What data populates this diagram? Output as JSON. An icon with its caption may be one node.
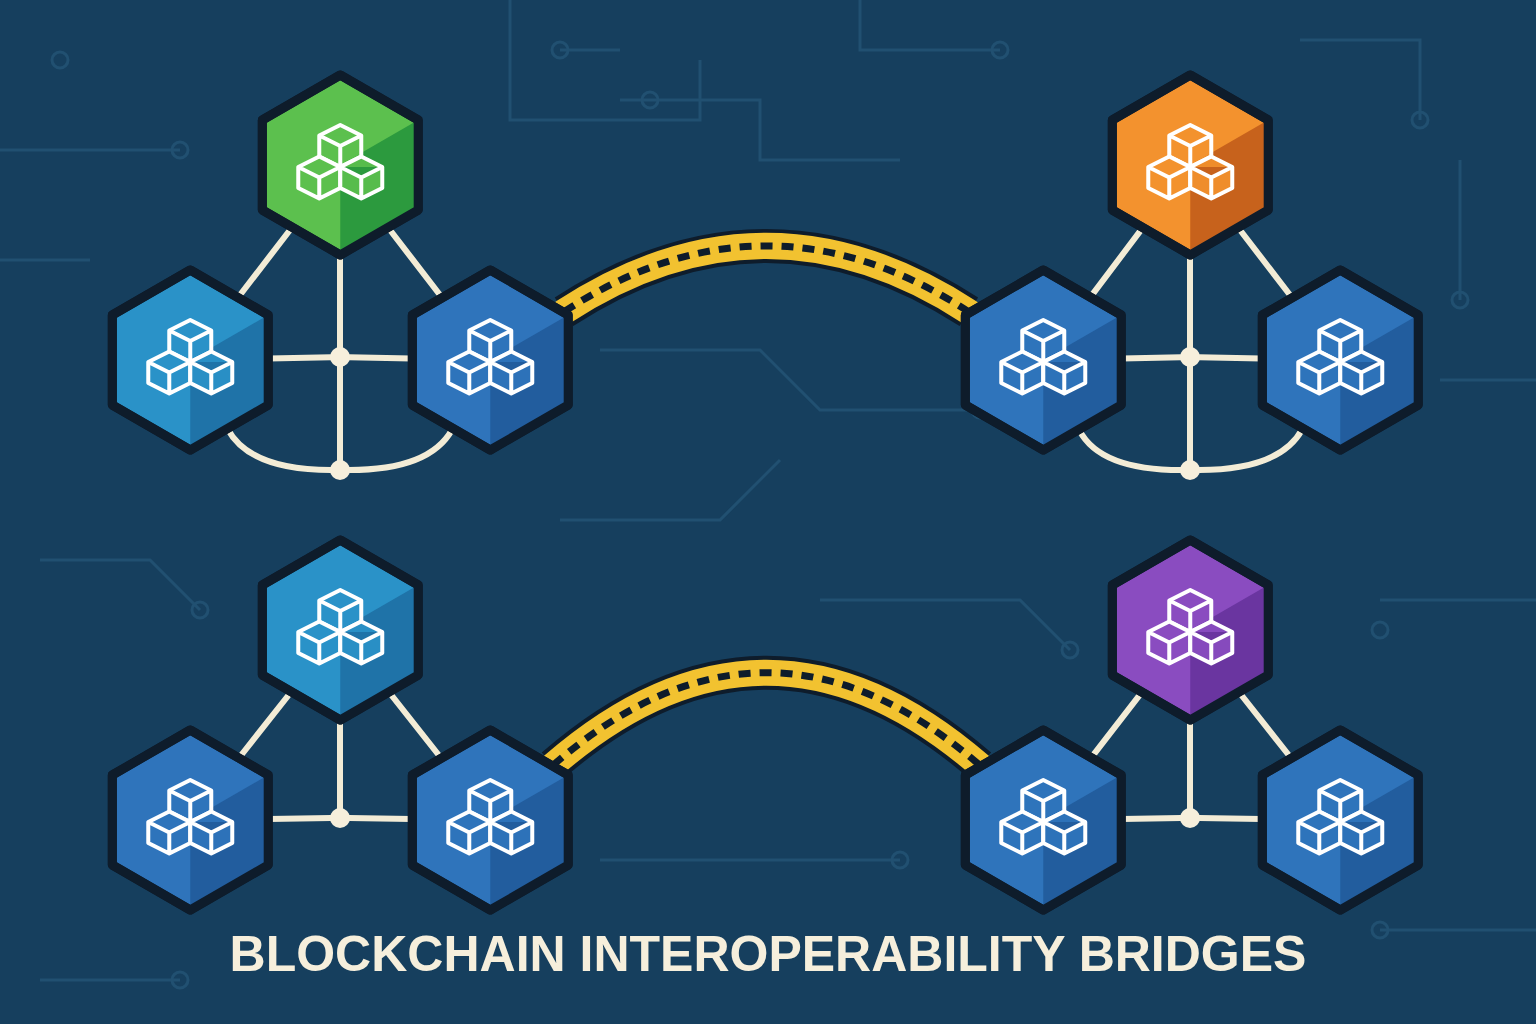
{
  "diagram": {
    "title": "BLOCKCHAIN INTEROPERABILITY BRIDGES",
    "nodes": [
      {
        "text": [],
        "shape": "hexagon"
      },
      {
        "text": [],
        "shape": "hexagon"
      },
      {
        "text": [],
        "shape": "hexagon"
      },
      {
        "text": [],
        "shape": "circle"
      },
      {
        "text": [],
        "shape": "circle"
      },
      {
        "text": [],
        "shape": "hexagon"
      },
      {
        "text": [],
        "shape": "hexagon"
      },
      {
        "text": [],
        "shape": "hexagon"
      },
      {
        "text": [],
        "shape": "circle"
      },
      {
        "text": [],
        "shape": "circle"
      },
      {
        "text": [],
        "shape": "hexagon"
      },
      {
        "text": [],
        "shape": "hexagon"
      },
      {
        "text": [],
        "shape": "hexagon"
      },
      {
        "text": [],
        "shape": "circle"
      },
      {
        "text": [],
        "shape": "hexagon"
      },
      {
        "text": [],
        "shape": "hexagon"
      },
      {
        "text": [],
        "shape": "hexagon"
      },
      {
        "text": [],
        "shape": "circle"
      }
    ],
    "edges": [
      {
        "from": 0,
        "to": 1,
        "arrow": "none"
      },
      {
        "from": 0,
        "to": 2,
        "arrow": "none"
      },
      {
        "from": 0,
        "to": 3,
        "arrow": "none"
      },
      {
        "from": 1,
        "to": 3,
        "arrow": "none"
      },
      {
        "from": 2,
        "to": 3,
        "arrow": "none"
      },
      {
        "from": 3,
        "to": 4,
        "arrow": "none"
      },
      {
        "from": 1,
        "to": 4,
        "arrow": "none"
      },
      {
        "from": 2,
        "to": 4,
        "arrow": "none"
      },
      {
        "from": 5,
        "to": 6,
        "arrow": "none"
      },
      {
        "from": 5,
        "to": 7,
        "arrow": "none"
      },
      {
        "from": 5,
        "to": 8,
        "arrow": "none"
      },
      {
        "from": 6,
        "to": 8,
        "arrow": "none"
      },
      {
        "from": 7,
        "to": 8,
        "arrow": "none"
      },
      {
        "from": 8,
        "to": 9,
        "arrow": "none"
      },
      {
        "from": 6,
        "to": 9,
        "arrow": "none"
      },
      {
        "from": 7,
        "to": 9,
        "arrow": "none"
      },
      {
        "from": 2,
        "to": 6,
        "arrow": "none",
        "style": "thick",
        "color": "#f2c230"
      },
      {
        "from": 10,
        "to": 11,
        "arrow": "none"
      },
      {
        "from": 10,
        "to": 12,
        "arrow": "none"
      },
      {
        "from": 10,
        "to": 13,
        "arrow": "none"
      },
      {
        "from": 11,
        "to": 13,
        "arrow": "none"
      },
      {
        "from": 12,
        "to": 13,
        "arrow": "none"
      },
      {
        "from": 14,
        "to": 15,
        "arrow": "none"
      },
      {
        "from": 14,
        "to": 16,
        "arrow": "none"
      },
      {
        "from": 14,
        "to": 17,
        "arrow": "none"
      },
      {
        "from": 15,
        "to": 17,
        "arrow": "none"
      },
      {
        "from": 16,
        "to": 17,
        "arrow": "none"
      },
      {
        "from": 12,
        "to": 15,
        "arrow": "none",
        "style": "thick",
        "color": "#f2c230"
      }
    ]
  }
}
